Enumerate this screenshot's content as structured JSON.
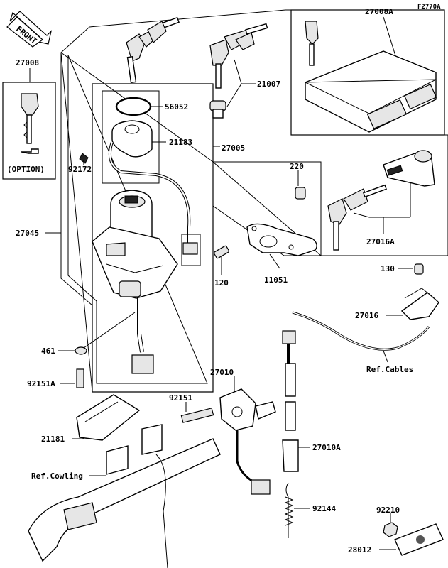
{
  "diagram": {
    "figure_code": "F2770A",
    "front_label": "FRONT",
    "option_label": "(OPTION)",
    "parts": {
      "p27008": "27008",
      "p27008A": "27008A",
      "p21007": "21007",
      "p56052": "56052",
      "p21183": "21183",
      "p27005": "27005",
      "p92172": "92172",
      "p27045": "27045",
      "p220": "220",
      "p27016A": "27016A",
      "p11051": "11051",
      "p120": "120",
      "p130": "130",
      "p27016": "27016",
      "p461": "461",
      "p92151A": "92151A",
      "p27010": "27010",
      "p92151": "92151",
      "p21181": "21181",
      "p27010A": "27010A",
      "p92144": "92144",
      "p92210": "92210",
      "p28012": "28012"
    },
    "ref_cables": "Ref.Cables",
    "ref_cowling": "Ref.Cowling"
  }
}
